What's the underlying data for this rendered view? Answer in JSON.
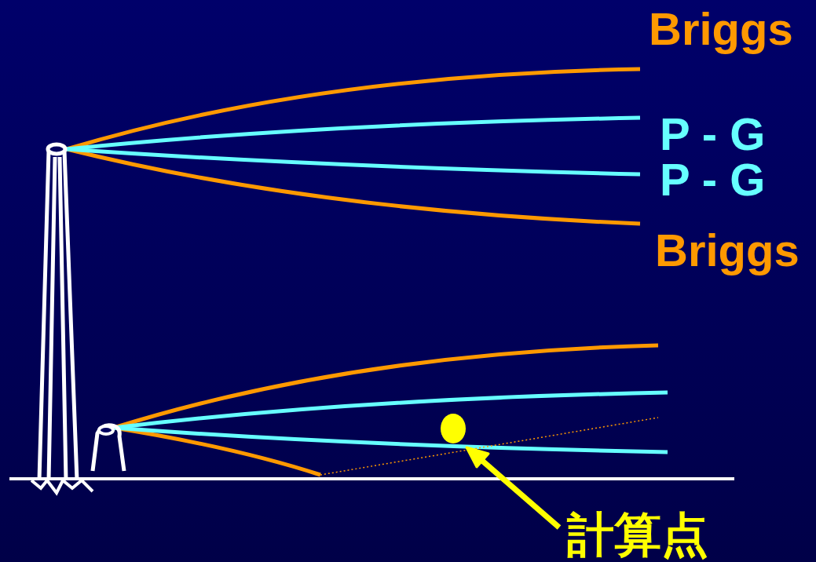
{
  "diagram": {
    "labels": [
      "Briggs",
      "P - G",
      "P - G",
      "Briggs",
      "計算点"
    ]
  }
}
